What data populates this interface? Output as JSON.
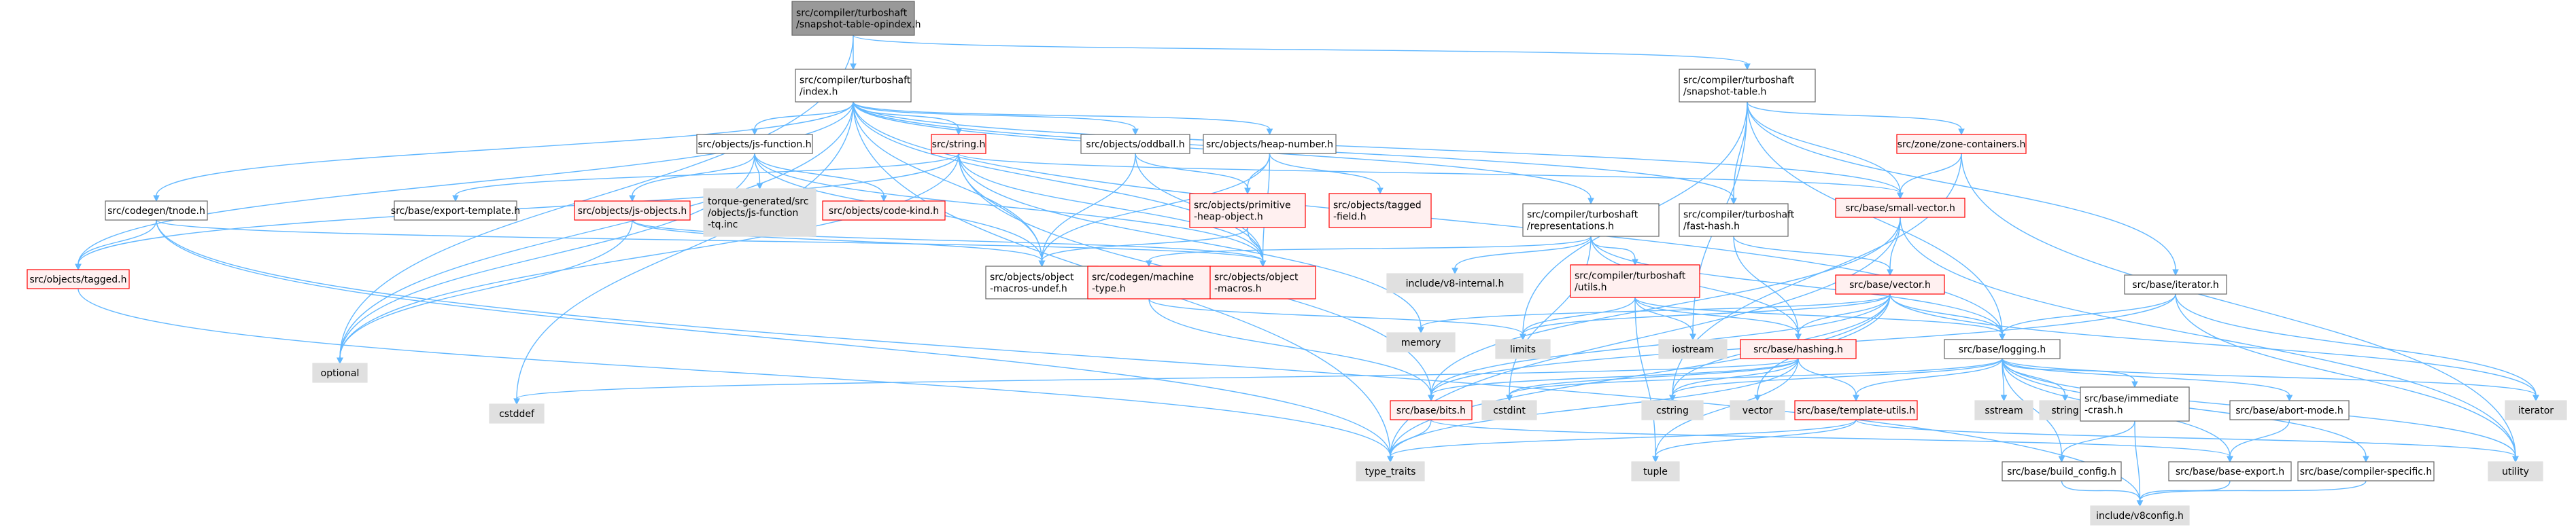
{
  "colors": {
    "edge": "#63b8ff",
    "node_border_default": "#666666",
    "node_border_error": "#ff0000",
    "root_fill": "#999999",
    "header_only_fill": "#e0e0e0",
    "missing_fill": "#fff0f0",
    "normal_fill": "#ffffff"
  },
  "nodes": [
    {
      "id": "root",
      "lines": [
        "src/compiler/turboshaft",
        "/snapshot-table-opindex.h"
      ],
      "style": "root"
    },
    {
      "id": "index",
      "lines": [
        "src/compiler/turboshaft",
        "/index.h"
      ],
      "style": "normal"
    },
    {
      "id": "snapshot",
      "lines": [
        "src/compiler/turboshaft",
        "/snapshot-table.h"
      ],
      "style": "normal"
    },
    {
      "id": "jsfunction",
      "lines": [
        "src/objects/js-function.h"
      ],
      "style": "normal"
    },
    {
      "id": "string",
      "lines": [
        "src/string.h"
      ],
      "style": "missing"
    },
    {
      "id": "oddball",
      "lines": [
        "src/objects/oddball.h"
      ],
      "style": "normal"
    },
    {
      "id": "heapnumber",
      "lines": [
        "src/objects/heap-number.h"
      ],
      "style": "normal"
    },
    {
      "id": "representations",
      "lines": [
        "src/compiler/turboshaft",
        "/representations.h"
      ],
      "style": "normal"
    },
    {
      "id": "fasthash",
      "lines": [
        "src/compiler/turboshaft",
        "/fast-hash.h"
      ],
      "style": "normal"
    },
    {
      "id": "zonecontainers",
      "lines": [
        "src/zone/zone-containers.h"
      ],
      "style": "missing"
    },
    {
      "id": "smallvector",
      "lines": [
        "src/base/small-vector.h"
      ],
      "style": "missing"
    },
    {
      "id": "tnode",
      "lines": [
        "src/codegen/tnode.h"
      ],
      "style": "normal"
    },
    {
      "id": "tagged",
      "lines": [
        "src/objects/tagged.h"
      ],
      "style": "missing"
    },
    {
      "id": "optional",
      "lines": [
        "optional"
      ],
      "style": "header"
    },
    {
      "id": "exporttemplate",
      "lines": [
        "src/base/export-template.h"
      ],
      "style": "normal"
    },
    {
      "id": "jsobjects",
      "lines": [
        "src/objects/js-objects.h"
      ],
      "style": "missing"
    },
    {
      "id": "torquegen",
      "lines": [
        "torque-generated/src",
        "/objects/js-function",
        "-tq.inc"
      ],
      "style": "header"
    },
    {
      "id": "codekind",
      "lines": [
        "src/objects/code-kind.h"
      ],
      "style": "missing"
    },
    {
      "id": "primheap",
      "lines": [
        "src/objects/primitive",
        "-heap-object.h"
      ],
      "style": "missing"
    },
    {
      "id": "taggedfield",
      "lines": [
        "src/objects/tagged",
        "-field.h"
      ],
      "style": "missing"
    },
    {
      "id": "objmacrosundef",
      "lines": [
        "src/objects/object",
        "-macros-undef.h"
      ],
      "style": "normal"
    },
    {
      "id": "machinetype",
      "lines": [
        "src/codegen/machine",
        "-type.h"
      ],
      "style": "missing"
    },
    {
      "id": "objmacros",
      "lines": [
        "src/objects/object",
        "-macros.h"
      ],
      "style": "missing"
    },
    {
      "id": "v8internal",
      "lines": [
        "include/v8-internal.h"
      ],
      "style": "header"
    },
    {
      "id": "tsutils",
      "lines": [
        "src/compiler/turboshaft",
        "/utils.h"
      ],
      "style": "missing"
    },
    {
      "id": "basevector",
      "lines": [
        "src/base/vector.h"
      ],
      "style": "missing"
    },
    {
      "id": "iteratorh",
      "lines": [
        "src/base/iterator.h"
      ],
      "style": "normal"
    },
    {
      "id": "memory",
      "lines": [
        "memory"
      ],
      "style": "header"
    },
    {
      "id": "limits",
      "lines": [
        "limits"
      ],
      "style": "header"
    },
    {
      "id": "iostream",
      "lines": [
        "iostream"
      ],
      "style": "header"
    },
    {
      "id": "hashing",
      "lines": [
        "src/base/hashing.h"
      ],
      "style": "missing"
    },
    {
      "id": "logging",
      "lines": [
        "src/base/logging.h"
      ],
      "style": "normal"
    },
    {
      "id": "cstddef",
      "lines": [
        "cstddef"
      ],
      "style": "header"
    },
    {
      "id": "bits",
      "lines": [
        "src/base/bits.h"
      ],
      "style": "missing"
    },
    {
      "id": "cstdint",
      "lines": [
        "cstdint"
      ],
      "style": "header"
    },
    {
      "id": "cstring",
      "lines": [
        "cstring"
      ],
      "style": "header"
    },
    {
      "id": "vector",
      "lines": [
        "vector"
      ],
      "style": "header"
    },
    {
      "id": "templateutils",
      "lines": [
        "src/base/template-utils.h"
      ],
      "style": "missing"
    },
    {
      "id": "sstream",
      "lines": [
        "sstream"
      ],
      "style": "header"
    },
    {
      "id": "stringstd",
      "lines": [
        "string"
      ],
      "style": "header"
    },
    {
      "id": "immediatecrash",
      "lines": [
        "src/base/immediate",
        "-crash.h"
      ],
      "style": "normal"
    },
    {
      "id": "abortmode",
      "lines": [
        "src/base/abort-mode.h"
      ],
      "style": "normal"
    },
    {
      "id": "iterator",
      "lines": [
        "iterator"
      ],
      "style": "header"
    },
    {
      "id": "typetraits",
      "lines": [
        "type_traits"
      ],
      "style": "header"
    },
    {
      "id": "tuple",
      "lines": [
        "tuple"
      ],
      "style": "header"
    },
    {
      "id": "buildconfig",
      "lines": [
        "src/base/build_config.h"
      ],
      "style": "normal"
    },
    {
      "id": "baseexport",
      "lines": [
        "src/base/base-export.h"
      ],
      "style": "normal"
    },
    {
      "id": "compilerspecific",
      "lines": [
        "src/base/compiler-specific.h"
      ],
      "style": "normal"
    },
    {
      "id": "utility",
      "lines": [
        "utility"
      ],
      "style": "header"
    },
    {
      "id": "v8config",
      "lines": [
        "include/v8config.h"
      ],
      "style": "header"
    }
  ],
  "edges": [
    [
      "root",
      "index"
    ],
    [
      "root",
      "snapshot"
    ],
    [
      "root",
      "optional"
    ],
    [
      "index",
      "jsfunction"
    ],
    [
      "index",
      "string"
    ],
    [
      "index",
      "oddball"
    ],
    [
      "index",
      "heapnumber"
    ],
    [
      "index",
      "representations"
    ],
    [
      "index",
      "fasthash"
    ],
    [
      "index",
      "tnode"
    ],
    [
      "index",
      "tagged"
    ],
    [
      "index",
      "optional"
    ],
    [
      "index",
      "cstddef"
    ],
    [
      "index",
      "typetraits"
    ],
    [
      "index",
      "smallvector"
    ],
    [
      "index",
      "logging"
    ],
    [
      "index",
      "objmacrosundef"
    ],
    [
      "index",
      "objmacros"
    ],
    [
      "snapshot",
      "zonecontainers"
    ],
    [
      "snapshot",
      "smallvector"
    ],
    [
      "snapshot",
      "fasthash"
    ],
    [
      "snapshot",
      "iteratorh"
    ],
    [
      "snapshot",
      "logging"
    ],
    [
      "snapshot",
      "iostream"
    ],
    [
      "snapshot",
      "limits"
    ],
    [
      "jsfunction",
      "jsobjects"
    ],
    [
      "jsfunction",
      "torquegen"
    ],
    [
      "jsfunction",
      "codekind"
    ],
    [
      "jsfunction",
      "objmacrosundef"
    ],
    [
      "jsfunction",
      "objmacros"
    ],
    [
      "jsfunction",
      "optional"
    ],
    [
      "string",
      "exporttemplate"
    ],
    [
      "string",
      "objmacrosundef"
    ],
    [
      "string",
      "bits"
    ],
    [
      "string",
      "objmacros"
    ],
    [
      "string",
      "memory"
    ],
    [
      "string",
      "optional"
    ],
    [
      "string",
      "tagged"
    ],
    [
      "string",
      "smallvector"
    ],
    [
      "oddball",
      "primheap"
    ],
    [
      "oddball",
      "objmacrosundef"
    ],
    [
      "oddball",
      "objmacros"
    ],
    [
      "heapnumber",
      "primheap"
    ],
    [
      "heapnumber",
      "taggedfield"
    ],
    [
      "heapnumber",
      "objmacrosundef"
    ],
    [
      "heapnumber",
      "objmacros"
    ],
    [
      "primheap",
      "objmacros"
    ],
    [
      "primheap",
      "objmacrosundef"
    ],
    [
      "representations",
      "tsutils"
    ],
    [
      "representations",
      "v8internal"
    ],
    [
      "representations",
      "machinetype"
    ],
    [
      "representations",
      "hashing"
    ],
    [
      "representations",
      "logging"
    ],
    [
      "representations",
      "cstdint"
    ],
    [
      "fasthash",
      "hashing"
    ],
    [
      "fasthash",
      "basevector"
    ],
    [
      "zonecontainers",
      "smallvector"
    ],
    [
      "zonecontainers",
      "utility"
    ],
    [
      "zonecontainers",
      "cstring"
    ],
    [
      "smallvector",
      "basevector"
    ],
    [
      "smallvector",
      "bits"
    ],
    [
      "smallvector",
      "typetraits"
    ],
    [
      "smallvector",
      "utility"
    ],
    [
      "tnode",
      "tagged"
    ],
    [
      "tnode",
      "objmacros"
    ],
    [
      "tnode",
      "typetraits"
    ],
    [
      "tnode",
      "v8config"
    ],
    [
      "tagged",
      "typetraits"
    ],
    [
      "jsobjects",
      "objmacrosundef"
    ],
    [
      "jsobjects",
      "objmacros"
    ],
    [
      "jsobjects",
      "optional"
    ],
    [
      "machinetype",
      "bits"
    ],
    [
      "machinetype",
      "limits"
    ],
    [
      "tsutils",
      "iostream"
    ],
    [
      "tsutils",
      "hashing"
    ],
    [
      "tsutils",
      "logging"
    ],
    [
      "tsutils",
      "tuple"
    ],
    [
      "tsutils",
      "limits"
    ],
    [
      "basevector",
      "hashing"
    ],
    [
      "basevector",
      "logging"
    ],
    [
      "basevector",
      "memory"
    ],
    [
      "basevector",
      "limits"
    ],
    [
      "basevector",
      "bits"
    ],
    [
      "basevector",
      "iterator"
    ],
    [
      "basevector",
      "cstring"
    ],
    [
      "basevector",
      "vector"
    ],
    [
      "basevector",
      "typetraits"
    ],
    [
      "iteratorh",
      "logging"
    ],
    [
      "iteratorh",
      "iterator"
    ],
    [
      "iteratorh",
      "bits"
    ],
    [
      "iteratorh",
      "utility"
    ],
    [
      "hashing",
      "bits"
    ],
    [
      "hashing",
      "templateutils"
    ],
    [
      "hashing",
      "cstddef"
    ],
    [
      "hashing",
      "cstdint"
    ],
    [
      "hashing",
      "cstring"
    ],
    [
      "hashing",
      "typetraits"
    ],
    [
      "hashing",
      "tuple"
    ],
    [
      "logging",
      "cstdint"
    ],
    [
      "logging",
      "cstring"
    ],
    [
      "logging",
      "sstream"
    ],
    [
      "logging",
      "stringstd"
    ],
    [
      "logging",
      "immediatecrash"
    ],
    [
      "logging",
      "abortmode"
    ],
    [
      "logging",
      "buildconfig"
    ],
    [
      "logging",
      "baseexport"
    ],
    [
      "logging",
      "compilerspecific"
    ],
    [
      "logging",
      "iterator"
    ],
    [
      "logging",
      "utility"
    ],
    [
      "logging",
      "templateutils"
    ],
    [
      "bits",
      "typetraits"
    ],
    [
      "bits",
      "baseexport"
    ],
    [
      "templateutils",
      "typetraits"
    ],
    [
      "templateutils",
      "tuple"
    ],
    [
      "templateutils",
      "utility"
    ],
    [
      "immediatecrash",
      "buildconfig"
    ],
    [
      "immediatecrash",
      "v8config"
    ],
    [
      "abortmode",
      "baseexport"
    ],
    [
      "buildconfig",
      "v8config"
    ],
    [
      "baseexport",
      "v8config"
    ],
    [
      "compilerspecific",
      "v8config"
    ]
  ]
}
